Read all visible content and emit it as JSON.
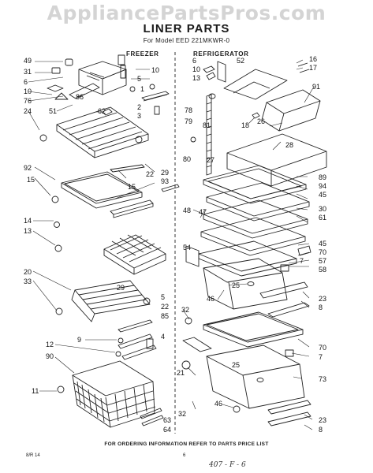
{
  "watermark": "AppliancePartsPros.com",
  "title": "LINER PARTS",
  "subtitle": "For Model EED 221MKWR-0",
  "sections": {
    "freezer": "FREEZER",
    "refrigerator": "REFRIGERATOR"
  },
  "callouts": [
    "49",
    "31",
    "6",
    "10",
    "76",
    "24",
    "51",
    "62",
    "86",
    "5",
    "10",
    "1",
    "2",
    "3",
    "92",
    "15",
    "22",
    "29",
    "93",
    "15",
    "14",
    "13",
    "20",
    "33",
    "29",
    "5",
    "22",
    "85",
    "9",
    "12",
    "4",
    "90",
    "11",
    "63",
    "64",
    "6",
    "10",
    "13",
    "52",
    "16",
    "17",
    "91",
    "78",
    "79",
    "81",
    "18",
    "26",
    "80",
    "27",
    "28",
    "89",
    "94",
    "45",
    "48",
    "47",
    "30",
    "61",
    "54",
    "45",
    "70",
    "57",
    "58",
    "7",
    "25",
    "46",
    "23",
    "8",
    "32",
    "70",
    "21",
    "7",
    "25",
    "73",
    "46",
    "23",
    "8",
    "32"
  ],
  "footer": "FOR ORDERING INFORMATION REFER TO PARTS PRICE LIST",
  "code": "8/R 14",
  "page_number": "6",
  "handwritten_note": "407 - F - 6"
}
